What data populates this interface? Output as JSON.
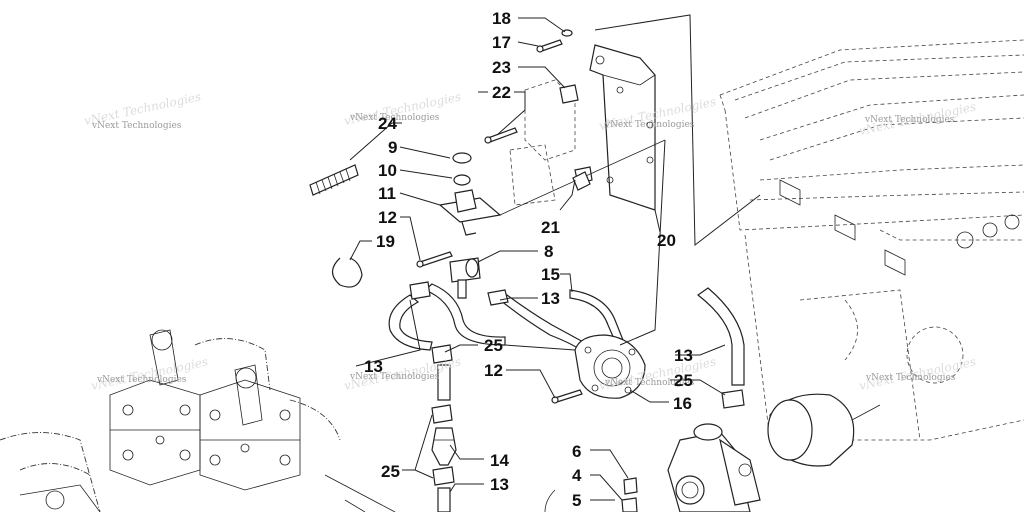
{
  "callouts": {
    "c18": "18",
    "c17": "17",
    "c23": "23",
    "c22": "22",
    "c24": "24",
    "c9": "9",
    "c10": "10",
    "c11": "11",
    "c12a": "12",
    "c19": "19",
    "c21": "21",
    "c20": "20",
    "c8": "8",
    "c15": "15",
    "c13a": "13",
    "c25a": "25",
    "c13b": "13",
    "c12b": "12",
    "c13c": "13",
    "c25b": "25",
    "c16": "16",
    "c6": "6",
    "c4": "4",
    "c5": "5",
    "c25c": "25",
    "c14": "14",
    "c13d": "13"
  },
  "watermark": {
    "text": "vNext Technologies"
  }
}
